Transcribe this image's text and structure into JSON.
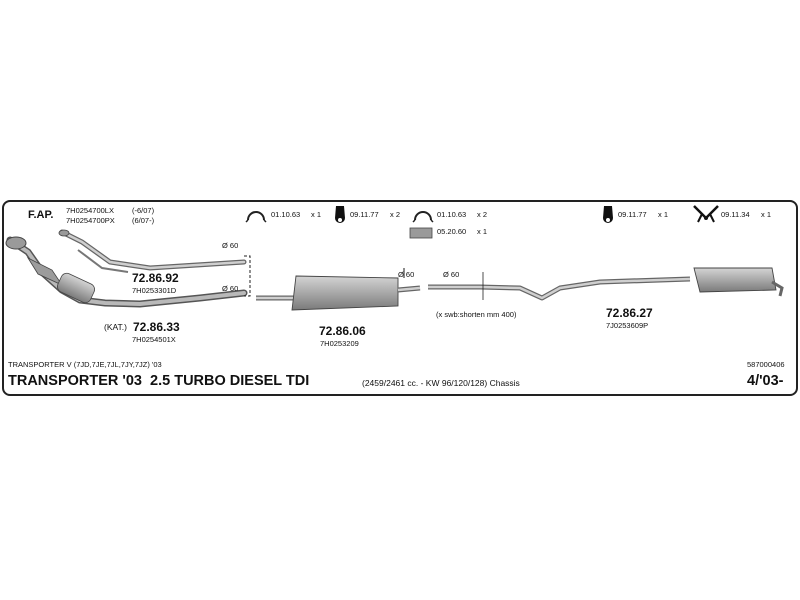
{
  "fap": {
    "label": "F.AP.",
    "code_1": "7H0254700LX",
    "date_1": "(-6/07)",
    "code_2": "7H0254700PX",
    "date_2": "(6/07-)"
  },
  "parts": [
    {
      "name": "72.86.92",
      "oem": "7H0253301D"
    },
    {
      "name": "72.86.33",
      "oem": "7H0254501X",
      "prefix": "(KAT.)"
    },
    {
      "name": "72.86.06",
      "oem": "7H0253209"
    },
    {
      "name": "72.86.27",
      "oem": "7J0253609P"
    }
  ],
  "diameters": [
    "Ø 60",
    "Ø 60",
    "Ø 60",
    "Ø 60"
  ],
  "fittings": [
    {
      "code": "01.10.63",
      "qty": "x 1",
      "icon": "clamp-icon"
    },
    {
      "code": "09.11.77",
      "qty": "x 2",
      "icon": "rubber-hanger-icon"
    },
    {
      "code": "01.10.63",
      "qty": "x 2",
      "icon": "clamp-icon"
    },
    {
      "code": "05.20.60",
      "qty": "x 1",
      "icon": "pipe-connector-icon"
    },
    {
      "code": "09.11.77",
      "qty": "x 1",
      "icon": "rubber-hanger-icon"
    },
    {
      "code": "09.11.34",
      "qty": "x 1",
      "icon": "bracket-hanger-icon"
    }
  ],
  "note": "(x swb:shorten mm 400)",
  "vehicle": {
    "models": "TRANSPORTER V (7JD,7JE,7JL,7JY,7JZ) '03",
    "ref": "587000406",
    "title": "TRANSPORTER '03  2.5 TURBO DIESEL TDI",
    "spec": "(2459/2461 cc. - KW 96/120/128) Chassis",
    "date": "4/'03-"
  },
  "colors": {
    "pipe": "#8d8d8d",
    "pipe_light": "#c4c4c4",
    "outline": "#222222"
  }
}
